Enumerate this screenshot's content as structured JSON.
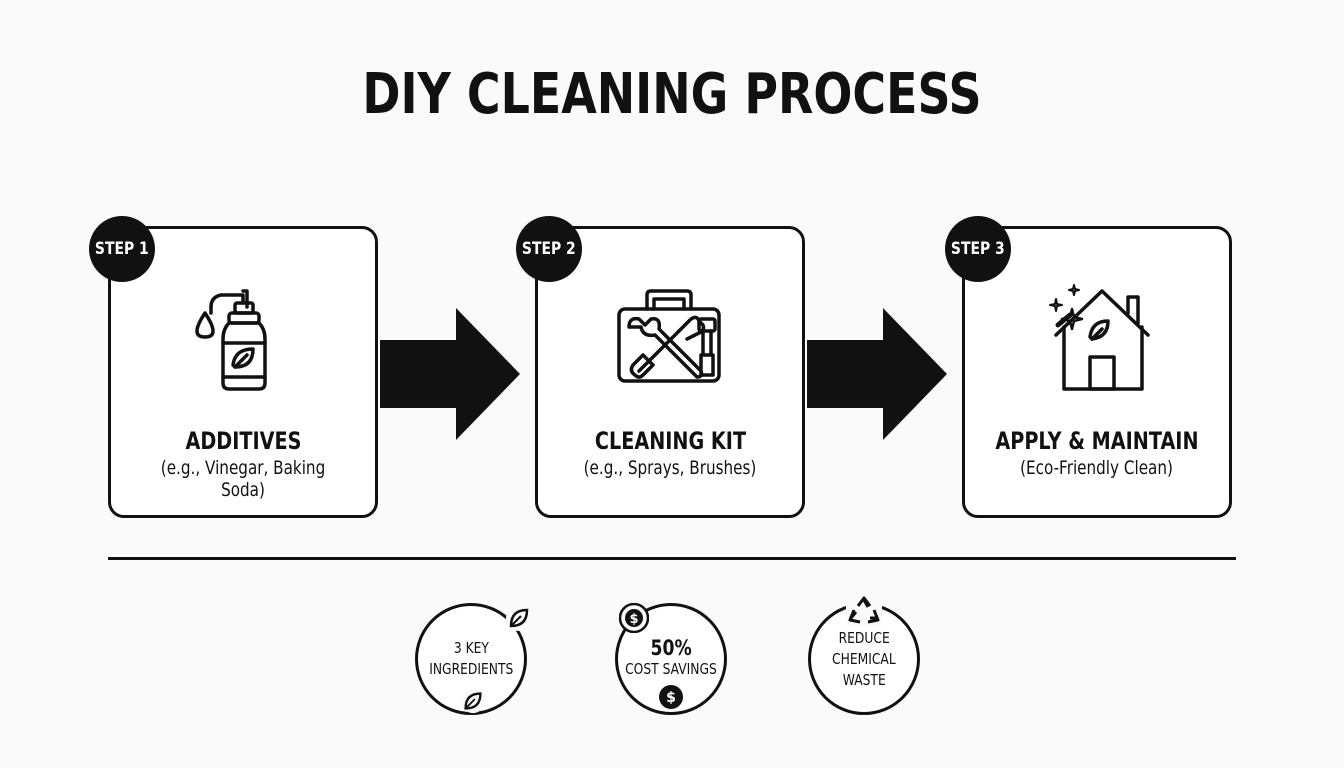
{
  "title": "DIY CLEANING PROCESS",
  "steps": [
    {
      "badge": "STEP 1",
      "title": "ADDITIVES",
      "subtitle": "(e.g., Vinegar, Baking Soda)",
      "icon": "spray-bottle-icon"
    },
    {
      "badge": "STEP 2",
      "title": "CLEANING KIT",
      "subtitle": "(e.g., Sprays, Brushes)",
      "icon": "toolbox-icon"
    },
    {
      "badge": "STEP 3",
      "title": "APPLY & MAINTAIN",
      "subtitle": "(Eco-Friendly Clean)",
      "icon": "house-sparkle-icon"
    }
  ],
  "stats": [
    {
      "lines": [
        "3 KEY",
        "INGREDIENTS"
      ],
      "icon": "leaf-icon"
    },
    {
      "highlight": "50%",
      "lines": [
        "COST SAVINGS"
      ],
      "icon": "dollar-coin-icon"
    },
    {
      "lines": [
        "REDUCE",
        "CHEMICAL",
        "WASTE"
      ],
      "icon": "recycle-icon"
    }
  ],
  "colors": {
    "ink": "#111111",
    "background": "#fafafa"
  }
}
